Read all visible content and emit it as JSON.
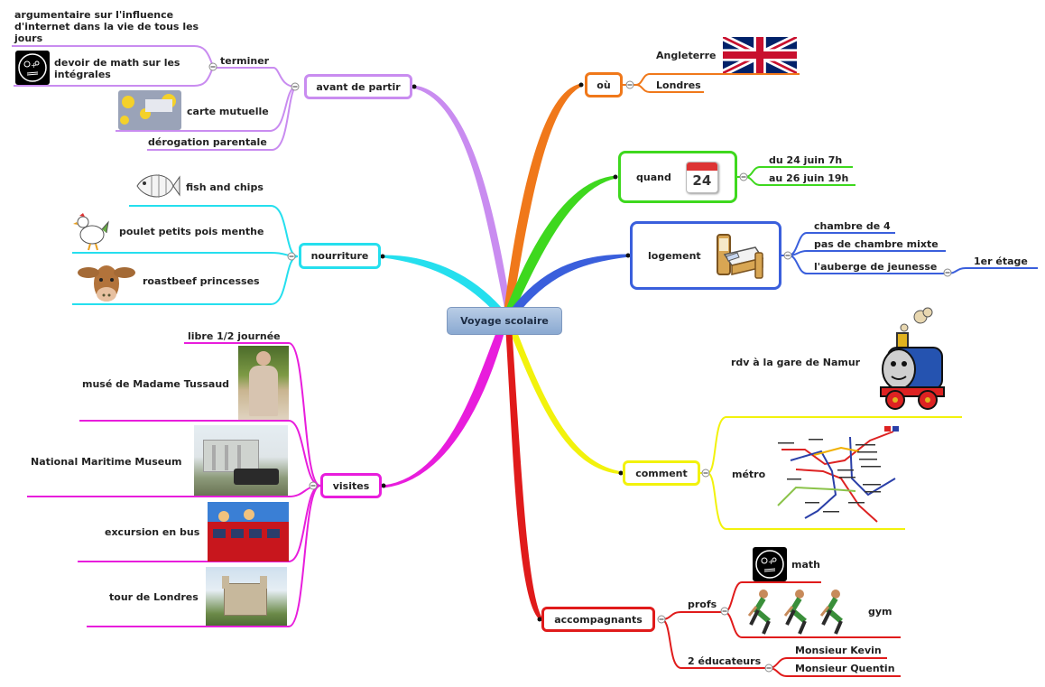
{
  "root": "Voyage scolaire",
  "colors": {
    "avant": "#c98cf0",
    "nourriture": "#25dfee",
    "visites": "#e81ddc",
    "ou": "#f0781a",
    "quand": "#3ed81e",
    "logement": "#3a5fdc",
    "comment": "#f2f20c",
    "accompagnants": "#e01b1b"
  },
  "branches": {
    "avant": {
      "label": "avant de partir",
      "terminer": "terminer",
      "argumentaire": "argumentaire sur l'influence d'internet dans la vie de tous les jours",
      "devoir": "devoir de math sur les intégrales",
      "carte": "carte mutuelle",
      "derogation": "dérogation parentale"
    },
    "nourriture": {
      "label": "nourriture",
      "fish": "fish and chips",
      "poulet": "poulet petits pois menthe",
      "roastbeef": "roastbeef princesses"
    },
    "visites": {
      "label": "visites",
      "libre": "libre 1/2 journée",
      "tussaud": "musé de Madame Tussaud",
      "maritime": "National Maritime Museum",
      "bus": "excursion en bus",
      "tour": "tour de Londres"
    },
    "ou": {
      "label": "où",
      "angleterre": "Angleterre",
      "londres": "Londres"
    },
    "quand": {
      "label": "quand",
      "calendar_day": "24",
      "debut": "du 24 juin 7h",
      "fin": "au 26 juin 19h"
    },
    "logement": {
      "label": "logement",
      "chambre": "chambre de 4",
      "mixte": "pas de chambre mixte",
      "auberge": "l'auberge de jeunesse",
      "etage": "1er étage"
    },
    "comment": {
      "label": "comment",
      "rdv": "rdv à la gare de Namur",
      "metro": "métro"
    },
    "accompagnants": {
      "label": "accompagnants",
      "profs": "profs",
      "math": "math",
      "gym": "gym",
      "educateurs": "2 éducateurs",
      "kevin": "Monsieur Kevin",
      "quentin": "Monsieur Quentin"
    }
  }
}
